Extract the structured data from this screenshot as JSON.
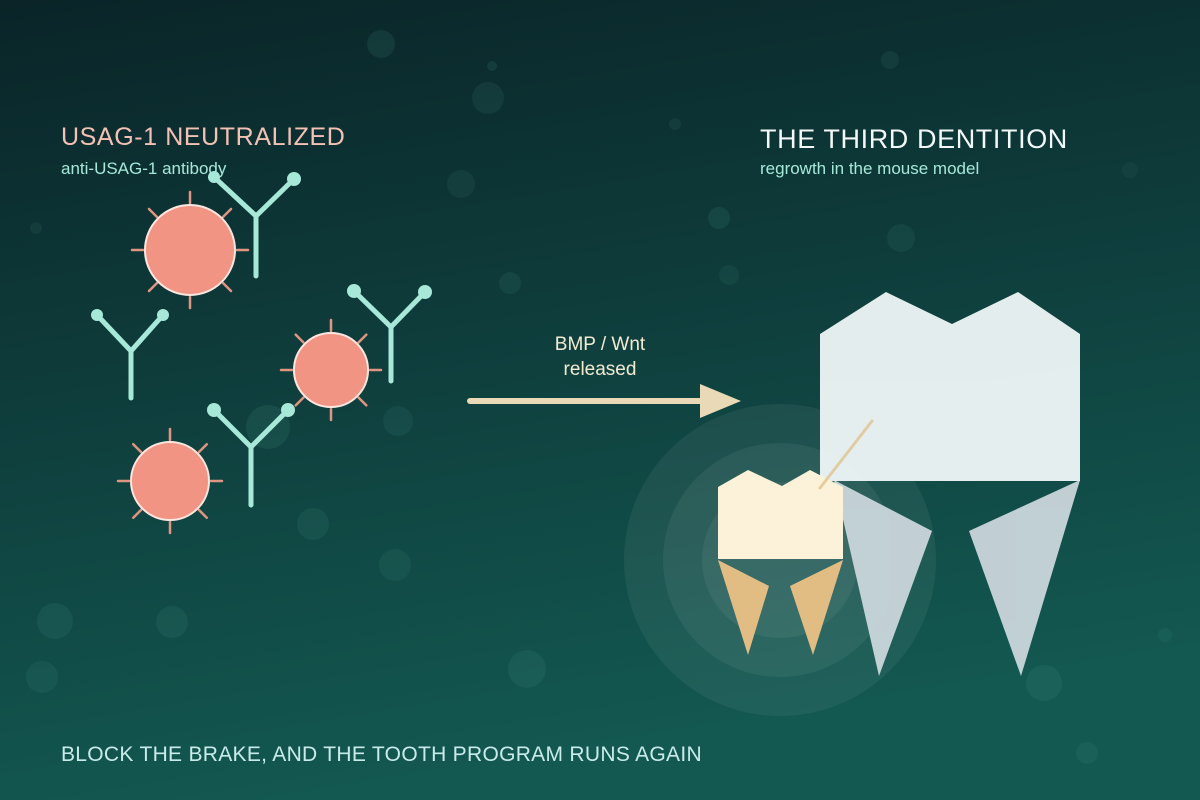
{
  "diagram": {
    "left_panel": {
      "heading": "USAG-1 NEUTRALIZED",
      "subheading": "anti-USAG-1 antibody"
    },
    "right_panel": {
      "heading": "THE THIRD DENTITION",
      "subheading": "regrowth in the mouse model"
    },
    "arrow": {
      "label_line1": "BMP / Wnt",
      "label_line2": "released"
    },
    "caption": "BLOCK THE BRAKE, AND THE TOOTH PROGRAM RUNS AGAIN"
  },
  "colors": {
    "background_top": "#0a2428",
    "background_bottom": "#135851",
    "usag1_protein": "#f29483",
    "usag1_spike": "#e09581",
    "antibody": "#a7e8d9",
    "left_heading": "#f4c2b4",
    "left_subheading": "#a7e8d9",
    "right_heading": "#f2f8f8",
    "right_subheading": "#a7e8d9",
    "arrow": "#ead9b7",
    "arrow_label": "#f3ebd2",
    "caption": "#c9ecea",
    "adult_tooth_crown": "#edf5f6",
    "adult_tooth_root": "#c9d5db",
    "new_tooth_crown": "#fbf2d9",
    "new_tooth_root": "#e2bd83",
    "glow": "#ffffff"
  }
}
